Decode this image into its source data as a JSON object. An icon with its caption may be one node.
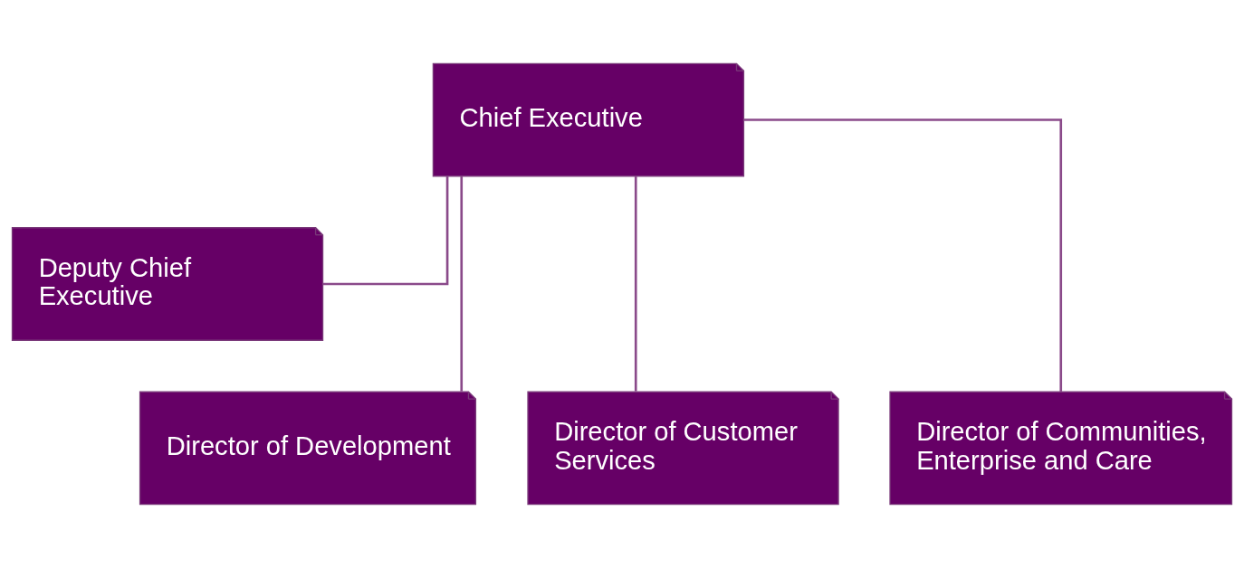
{
  "diagram": {
    "nodes": [
      {
        "text": [
          "Chief Executive"
        ]
      },
      {
        "text": [
          "Deputy Chief Executive"
        ]
      },
      {
        "text": [
          "Director of Development"
        ]
      },
      {
        "text": [
          "Director of Customer Services"
        ]
      },
      {
        "text": [
          "Director of Communities, Enterprise and Care"
        ]
      }
    ],
    "edges": [
      {
        "from": 0,
        "to": 1,
        "arrow": "none"
      },
      {
        "from": 0,
        "to": 2,
        "arrow": "none"
      },
      {
        "from": 0,
        "to": 3,
        "arrow": "none"
      },
      {
        "from": 0,
        "to": 4,
        "arrow": "none"
      }
    ]
  }
}
